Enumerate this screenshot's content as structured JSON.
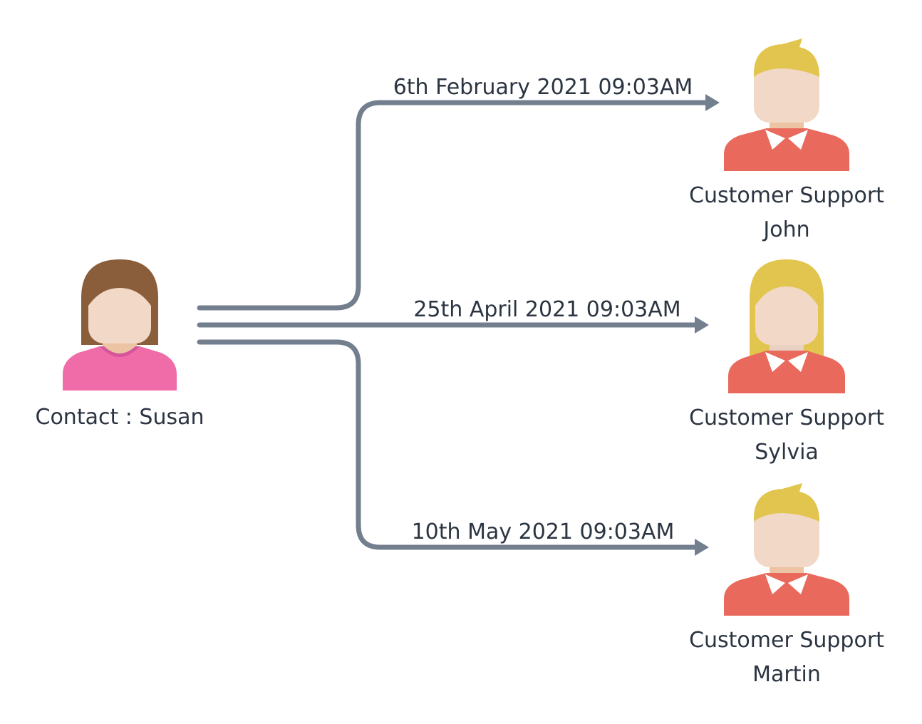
{
  "contact": {
    "label": "Contact : Susan"
  },
  "agents": [
    {
      "line1": "Customer Support",
      "line2": "John"
    },
    {
      "line1": "Customer Support",
      "line2": "Sylvia"
    },
    {
      "line1": "Customer Support",
      "line2": "Martin"
    }
  ],
  "connections": [
    {
      "label": "6th February 2021 09:03AM"
    },
    {
      "label": "25th April 2021 09:03AM"
    },
    {
      "label": "10th May 2021 09:03AM"
    }
  ],
  "colors": {
    "connector": "#737f8e",
    "text": "#2b3441",
    "skin": "#f2d8c6",
    "neck": "#ecc4a4",
    "shirt_support": "#e96a5c",
    "collar": "#ffffff",
    "hair_blonde": "#e2c54f",
    "hair_brown": "#8a5d3b",
    "shirt_contact": "#ef6ca9",
    "neckline_contact": "#d4559a"
  },
  "icons": {
    "contact": "woman-avatar-icon",
    "john": "man-avatar-icon",
    "sylvia": "woman-avatar-icon",
    "martin": "man-avatar-icon"
  }
}
